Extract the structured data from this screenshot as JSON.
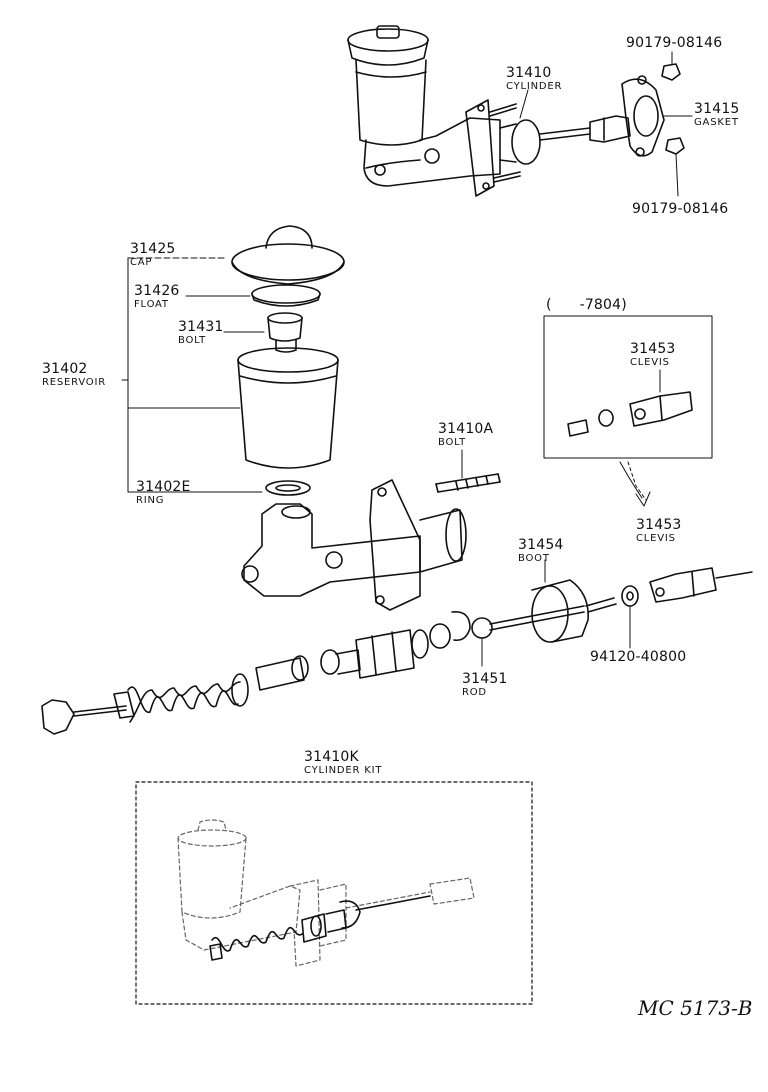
{
  "labels": {
    "p_90179_top": {
      "num": "90179-08146"
    },
    "p_31410": {
      "num": "31410",
      "name": "CYLINDER"
    },
    "p_31415": {
      "num": "31415",
      "name": "GASKET"
    },
    "p_90179_bottom": {
      "num": "90179-08146"
    },
    "p_31425": {
      "num": "31425",
      "name": "CAP"
    },
    "p_31426": {
      "num": "31426",
      "name": "FLOAT"
    },
    "p_31431": {
      "num": "31431",
      "name": "BOLT"
    },
    "p_31402": {
      "num": "31402",
      "name": "RESERVOIR"
    },
    "p_31402E": {
      "num": "31402E",
      "name": "RING"
    },
    "p_31410A": {
      "num": "31410A",
      "name": "BOLT"
    },
    "p_7804": {
      "num": "(      -7804)"
    },
    "p_31453_inset": {
      "num": "31453",
      "name": "CLEVIS"
    },
    "p_31453": {
      "num": "31453",
      "name": "CLEVIS"
    },
    "p_31454": {
      "num": "31454",
      "name": "BOOT"
    },
    "p_94120": {
      "num": "94120-40800"
    },
    "p_31451": {
      "num": "31451",
      "name": "ROD"
    },
    "p_31410K": {
      "num": "31410K",
      "name": "CYLINDER KIT"
    }
  },
  "figure_code": "MC 5173-B"
}
